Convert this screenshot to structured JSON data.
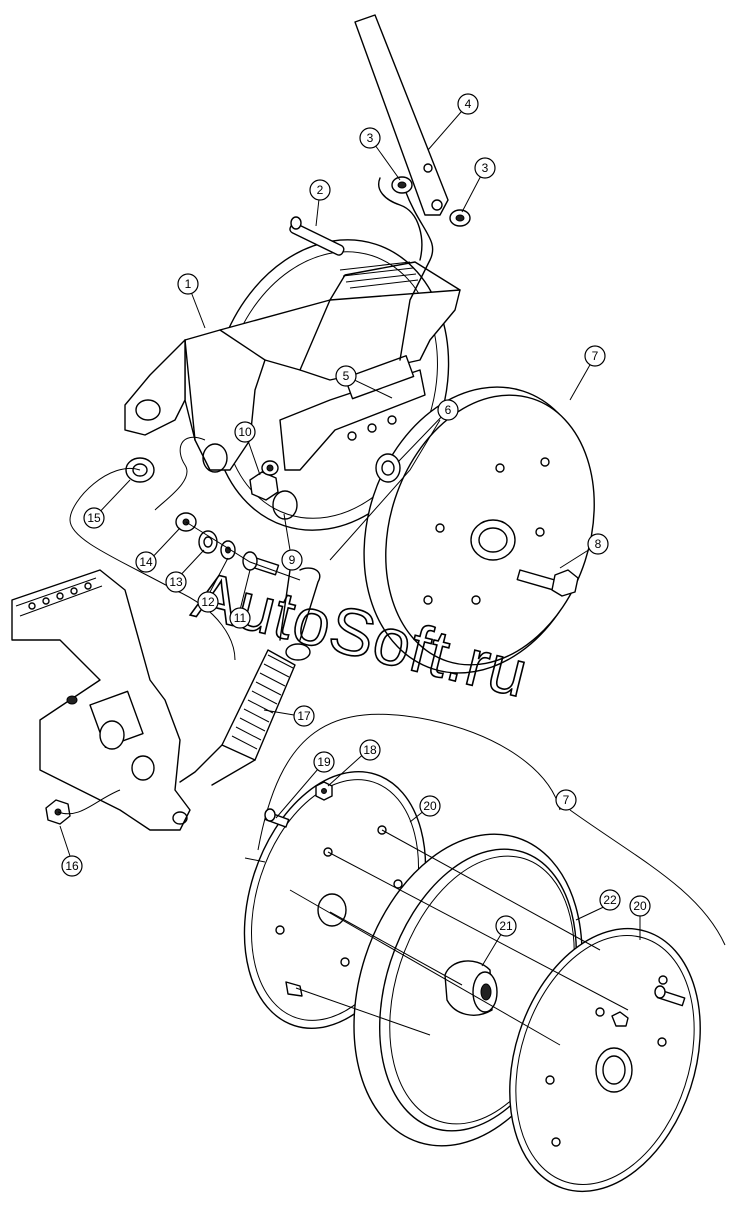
{
  "watermark": "AutoSoft.ru",
  "callouts": [
    {
      "id": "c1",
      "label": "1"
    },
    {
      "id": "c2",
      "label": "2"
    },
    {
      "id": "c3a",
      "label": "3"
    },
    {
      "id": "c3b",
      "label": "3"
    },
    {
      "id": "c4",
      "label": "4"
    },
    {
      "id": "c5",
      "label": "5"
    },
    {
      "id": "c6",
      "label": "6"
    },
    {
      "id": "c7a",
      "label": "7"
    },
    {
      "id": "c7b",
      "label": "7"
    },
    {
      "id": "c8",
      "label": "8"
    },
    {
      "id": "c9",
      "label": "9"
    },
    {
      "id": "c10",
      "label": "10"
    },
    {
      "id": "c11",
      "label": "11"
    },
    {
      "id": "c12",
      "label": "12"
    },
    {
      "id": "c13",
      "label": "13"
    },
    {
      "id": "c14",
      "label": "14"
    },
    {
      "id": "c15",
      "label": "15"
    },
    {
      "id": "c16",
      "label": "16"
    },
    {
      "id": "c17",
      "label": "17"
    },
    {
      "id": "c18",
      "label": "18"
    },
    {
      "id": "c19",
      "label": "19"
    },
    {
      "id": "c20a",
      "label": "20"
    },
    {
      "id": "c20b",
      "label": "20"
    },
    {
      "id": "c21",
      "label": "21"
    },
    {
      "id": "c22",
      "label": "22"
    }
  ]
}
